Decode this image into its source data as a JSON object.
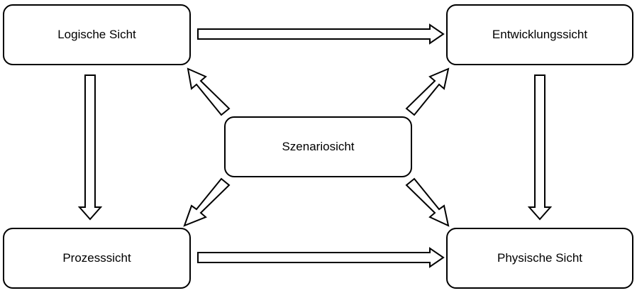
{
  "nodes": {
    "logical": "Logische Sicht",
    "development": "Entwicklungssicht",
    "scenario": "Szenariosicht",
    "process": "Prozesssicht",
    "physical": "Physische Sicht"
  }
}
